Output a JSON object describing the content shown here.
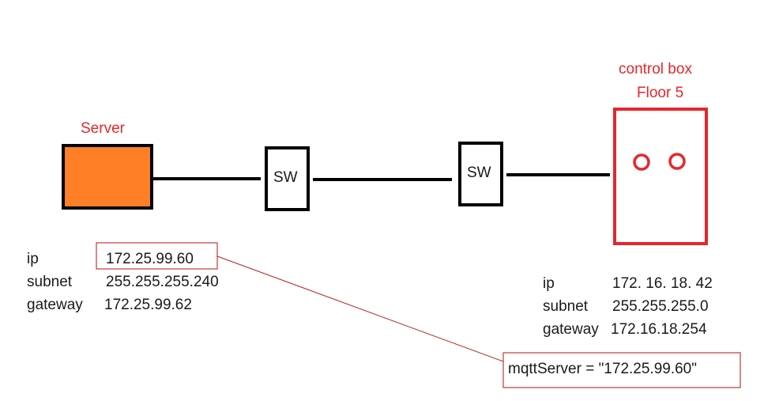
{
  "colors": {
    "server_fill": "#ff7f27",
    "accent_red": "#e8262b",
    "link_red": "#b22222",
    "line": "#000000"
  },
  "server": {
    "label": "Server",
    "network": [
      {
        "label": "ip",
        "value": "172.25.99.60"
      },
      {
        "label": "subnet",
        "value": "255.255.255.240"
      },
      {
        "label": "gateway",
        "value": "172.25.99.62"
      }
    ]
  },
  "switches": [
    {
      "label": "SW"
    },
    {
      "label": "SW"
    }
  ],
  "control_box": {
    "title_line1": "control box",
    "title_line2": "Floor 5",
    "network": [
      {
        "label": "ip",
        "value": "172. 16. 18. 42"
      },
      {
        "label": "subnet",
        "value": "255.255.255.0"
      },
      {
        "label": "gateway",
        "value": "172.16.18.254"
      }
    ]
  },
  "callout": {
    "text": "mqttServer = \"172.25.99.60\""
  }
}
